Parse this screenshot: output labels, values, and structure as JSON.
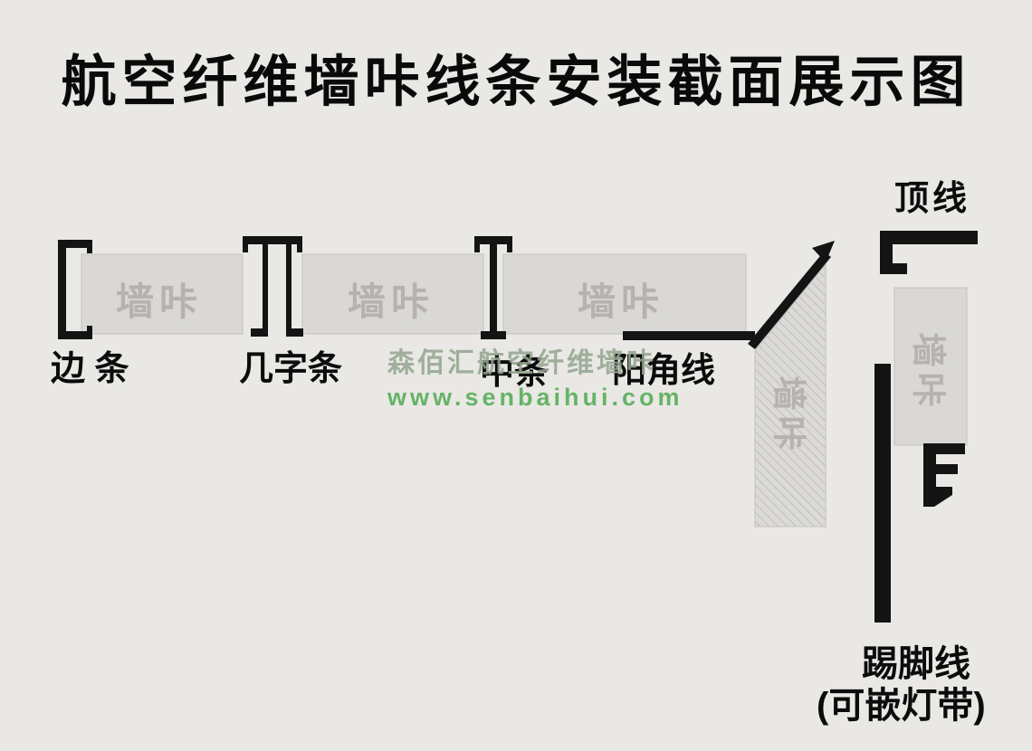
{
  "title": "航空纤维墙咔线条安装截面展示图",
  "panel_watermark": "墙咔",
  "labels": {
    "edge_strip": "边 条",
    "ji_strip": "几字条",
    "middle_strip": "中条",
    "corner_line": "阳角线",
    "top_line": "顶线",
    "skirting_line": "踢脚线",
    "skirting_note": "(可嵌灯带)"
  },
  "watermark": {
    "brand": "森佰汇航空纤维墙咔",
    "url": "www.senbaihui.com"
  },
  "colors": {
    "background": "#e9e8e5",
    "panel_fill": "#d9d8d5",
    "panel_border": "#c4c2bf",
    "panel_text": "#b6b3af",
    "profile_black": "#141414",
    "watermark_brand": "#94a490",
    "watermark_url": "#66b366",
    "label_text": "#0c0c0c"
  }
}
